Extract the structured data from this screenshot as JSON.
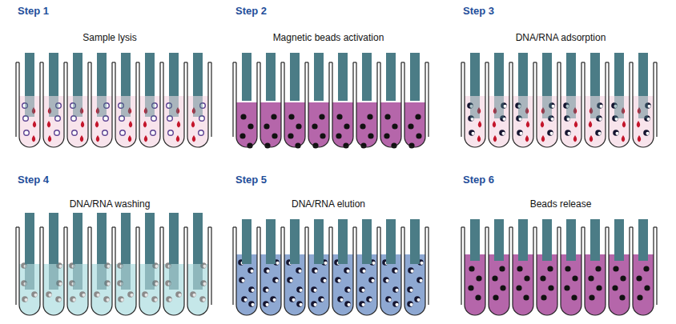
{
  "diagram": {
    "labels": [
      "Step 1",
      "Sample lysis",
      "Step 2",
      "Magnetic beads activation",
      "Step 3",
      "DNA/RNA adsorption",
      "Step 4",
      "DNA/RNA washing",
      "Step 5",
      "DNA/RNA elution",
      "Step 6",
      "Beads release"
    ]
  }
}
